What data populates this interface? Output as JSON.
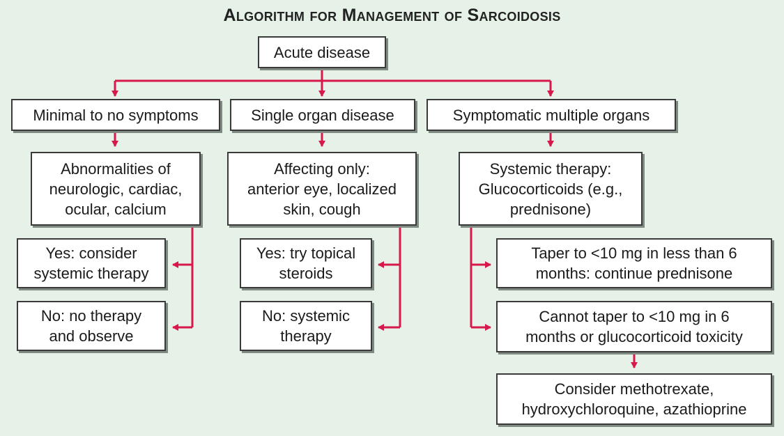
{
  "title": "Algorithm for Management of Sarcoidosis",
  "colors": {
    "connector": "#d6184a",
    "background": "#e6f1e8",
    "box_border": "#3a3a3a"
  },
  "nodes": {
    "acute": "Acute disease",
    "minimal": "Minimal to no symptoms",
    "single": "Single organ disease",
    "multiple": "Symptomatic multiple organs",
    "abnormalities": [
      "Abnormalities of",
      "neurologic, cardiac,",
      "ocular, calcium"
    ],
    "affecting": [
      "Affecting only:",
      "anterior eye, localized",
      "skin, cough"
    ],
    "systemic": [
      "Systemic therapy:",
      "Glucocorticoids (e.g.,",
      "prednisone)"
    ],
    "yes_consider": [
      "Yes: consider",
      "systemic therapy"
    ],
    "no_observe": [
      "No: no therapy",
      "and observe"
    ],
    "yes_topical": [
      "Yes: try topical",
      "steroids"
    ],
    "no_systemic": [
      "No: systemic",
      "therapy"
    ],
    "taper": [
      "Taper to <10 mg in less than 6",
      "months: continue prednisone"
    ],
    "cannot_taper": [
      "Cannot taper to <10 mg in 6",
      "months or glucocorticoid toxicity"
    ],
    "consider_mtx": [
      "Consider methotrexate,",
      "hydroxychloroquine, azathioprine"
    ]
  }
}
